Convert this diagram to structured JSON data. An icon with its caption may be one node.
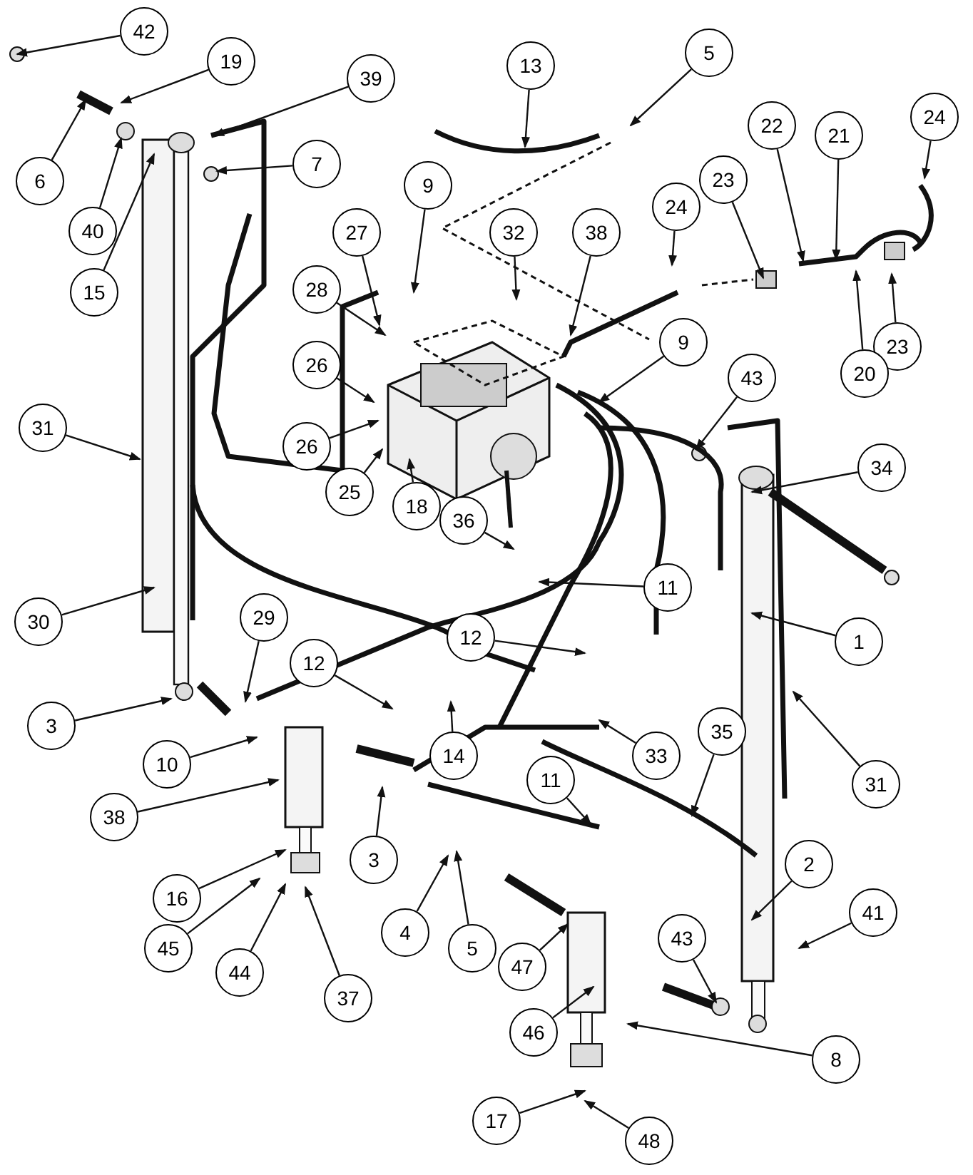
{
  "diagram": {
    "nodes": [
      {
        "text": [
          "42"
        ]
      },
      {
        "text": [
          "19"
        ]
      },
      {
        "text": [
          "39"
        ]
      },
      {
        "text": [
          "13"
        ]
      },
      {
        "text": [
          "5"
        ]
      },
      {
        "text": [
          "6"
        ]
      },
      {
        "text": [
          "40"
        ]
      },
      {
        "text": [
          "7"
        ]
      },
      {
        "text": [
          "15"
        ]
      },
      {
        "text": [
          "22"
        ]
      },
      {
        "text": [
          "21"
        ]
      },
      {
        "text": [
          "24"
        ]
      },
      {
        "text": [
          "23"
        ]
      },
      {
        "text": [
          "9"
        ]
      },
      {
        "text": [
          "27"
        ]
      },
      {
        "text": [
          "32"
        ]
      },
      {
        "text": [
          "38"
        ]
      },
      {
        "text": [
          "24"
        ]
      },
      {
        "text": [
          "28"
        ]
      },
      {
        "text": [
          "26"
        ]
      },
      {
        "text": [
          "9"
        ]
      },
      {
        "text": [
          "43"
        ]
      },
      {
        "text": [
          "23"
        ]
      },
      {
        "text": [
          "20"
        ]
      },
      {
        "text": [
          "34"
        ]
      },
      {
        "text": [
          "31"
        ]
      },
      {
        "text": [
          "26"
        ]
      },
      {
        "text": [
          "25"
        ]
      },
      {
        "text": [
          "18"
        ]
      },
      {
        "text": [
          "36"
        ]
      },
      {
        "text": [
          "11"
        ]
      },
      {
        "text": [
          "12"
        ]
      },
      {
        "text": [
          "1"
        ]
      },
      {
        "text": [
          "30"
        ]
      },
      {
        "text": [
          "29"
        ]
      },
      {
        "text": [
          "12"
        ]
      },
      {
        "text": [
          "3"
        ]
      },
      {
        "text": [
          "10"
        ]
      },
      {
        "text": [
          "14"
        ]
      },
      {
        "text": [
          "33"
        ]
      },
      {
        "text": [
          "35"
        ]
      },
      {
        "text": [
          "31"
        ]
      },
      {
        "text": [
          "38"
        ]
      },
      {
        "text": [
          "3"
        ]
      },
      {
        "text": [
          "11"
        ]
      },
      {
        "text": [
          "16"
        ]
      },
      {
        "text": [
          "2"
        ]
      },
      {
        "text": [
          "41"
        ]
      },
      {
        "text": [
          "4"
        ]
      },
      {
        "text": [
          "5"
        ]
      },
      {
        "text": [
          "45"
        ]
      },
      {
        "text": [
          "44"
        ]
      },
      {
        "text": [
          "37"
        ]
      },
      {
        "text": [
          "43"
        ]
      },
      {
        "text": [
          "47"
        ]
      },
      {
        "text": [
          "46"
        ]
      },
      {
        "text": [
          "8"
        ]
      },
      {
        "text": [
          "17"
        ]
      },
      {
        "text": [
          "48"
        ]
      }
    ],
    "edges": [
      {
        "from": 0,
        "to": null,
        "arrow": "to"
      },
      {
        "from": 1,
        "to": null,
        "arrow": "to"
      },
      {
        "from": 2,
        "to": null,
        "arrow": "to"
      },
      {
        "from": 3,
        "to": null,
        "arrow": "to"
      },
      {
        "from": 4,
        "to": null,
        "arrow": "to"
      },
      {
        "from": 5,
        "to": null,
        "arrow": "to"
      },
      {
        "from": 6,
        "to": null,
        "arrow": "to"
      },
      {
        "from": 7,
        "to": null,
        "arrow": "to"
      },
      {
        "from": 8,
        "to": null,
        "arrow": "to"
      },
      {
        "from": 9,
        "to": null,
        "arrow": "to"
      },
      {
        "from": 10,
        "to": null,
        "arrow": "to"
      },
      {
        "from": 11,
        "to": null,
        "arrow": "to"
      },
      {
        "from": 12,
        "to": null,
        "arrow": "to"
      },
      {
        "from": 13,
        "to": null,
        "arrow": "to"
      },
      {
        "from": 14,
        "to": null,
        "arrow": "to"
      },
      {
        "from": 15,
        "to": null,
        "arrow": "to"
      },
      {
        "from": 16,
        "to": null,
        "arrow": "to"
      },
      {
        "from": 17,
        "to": null,
        "arrow": "to"
      },
      {
        "from": 18,
        "to": null,
        "arrow": "to"
      },
      {
        "from": 19,
        "to": null,
        "arrow": "to"
      },
      {
        "from": 20,
        "to": null,
        "arrow": "to"
      },
      {
        "from": 21,
        "to": null,
        "arrow": "to"
      },
      {
        "from": 22,
        "to": null,
        "arrow": "to"
      },
      {
        "from": 23,
        "to": null,
        "arrow": "to"
      },
      {
        "from": 24,
        "to": null,
        "arrow": "to"
      },
      {
        "from": 25,
        "to": null,
        "arrow": "to"
      },
      {
        "from": 26,
        "to": null,
        "arrow": "to"
      },
      {
        "from": 27,
        "to": null,
        "arrow": "to"
      },
      {
        "from": 28,
        "to": null,
        "arrow": "to"
      },
      {
        "from": 29,
        "to": null,
        "arrow": "to"
      },
      {
        "from": 30,
        "to": null,
        "arrow": "to"
      },
      {
        "from": 31,
        "to": null,
        "arrow": "to"
      },
      {
        "from": 32,
        "to": null,
        "arrow": "to"
      },
      {
        "from": 33,
        "to": null,
        "arrow": "to"
      },
      {
        "from": 34,
        "to": null,
        "arrow": "to"
      },
      {
        "from": 35,
        "to": null,
        "arrow": "to"
      },
      {
        "from": 36,
        "to": null,
        "arrow": "to"
      },
      {
        "from": 37,
        "to": null,
        "arrow": "to"
      },
      {
        "from": 38,
        "to": null,
        "arrow": "to"
      },
      {
        "from": 39,
        "to": null,
        "arrow": "to"
      },
      {
        "from": 40,
        "to": null,
        "arrow": "to"
      },
      {
        "from": 41,
        "to": null,
        "arrow": "to"
      },
      {
        "from": 42,
        "to": null,
        "arrow": "to"
      },
      {
        "from": 43,
        "to": null,
        "arrow": "to"
      },
      {
        "from": 44,
        "to": null,
        "arrow": "to"
      },
      {
        "from": 45,
        "to": null,
        "arrow": "to"
      },
      {
        "from": 46,
        "to": null,
        "arrow": "to"
      },
      {
        "from": 47,
        "to": null,
        "arrow": "to"
      },
      {
        "from": 48,
        "to": null,
        "arrow": "to"
      },
      {
        "from": 49,
        "to": null,
        "arrow": "to"
      },
      {
        "from": 50,
        "to": null,
        "arrow": "to"
      },
      {
        "from": 51,
        "to": null,
        "arrow": "to"
      },
      {
        "from": 52,
        "to": null,
        "arrow": "to"
      },
      {
        "from": 53,
        "to": null,
        "arrow": "to"
      },
      {
        "from": 54,
        "to": null,
        "arrow": "to"
      },
      {
        "from": 55,
        "to": null,
        "arrow": "to"
      },
      {
        "from": 56,
        "to": null,
        "arrow": "to"
      },
      {
        "from": 57,
        "to": null,
        "arrow": "to"
      },
      {
        "from": 58,
        "to": null,
        "arrow": "to"
      }
    ]
  }
}
